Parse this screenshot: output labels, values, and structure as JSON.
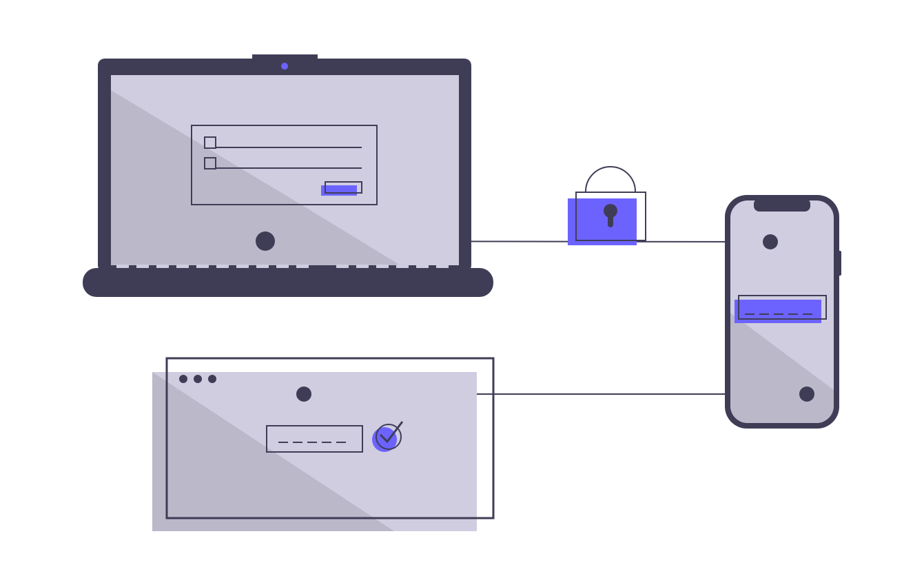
{
  "colors": {
    "dark": "#3f3d56",
    "screen_light": "#d0cde1",
    "screen_shadow": "#bab8c9",
    "accent": "#6c63ff",
    "background": "#ffffff"
  },
  "icons": {
    "lock": "padlock-icon",
    "check": "checkmark-icon",
    "checkbox": "checkbox-icon"
  },
  "laptop": {
    "form_rows": 2,
    "keyboard_keys": 17
  },
  "phone": {
    "code_dashes": 5
  },
  "browser": {
    "window_dots": 3,
    "code_dashes": 5
  }
}
